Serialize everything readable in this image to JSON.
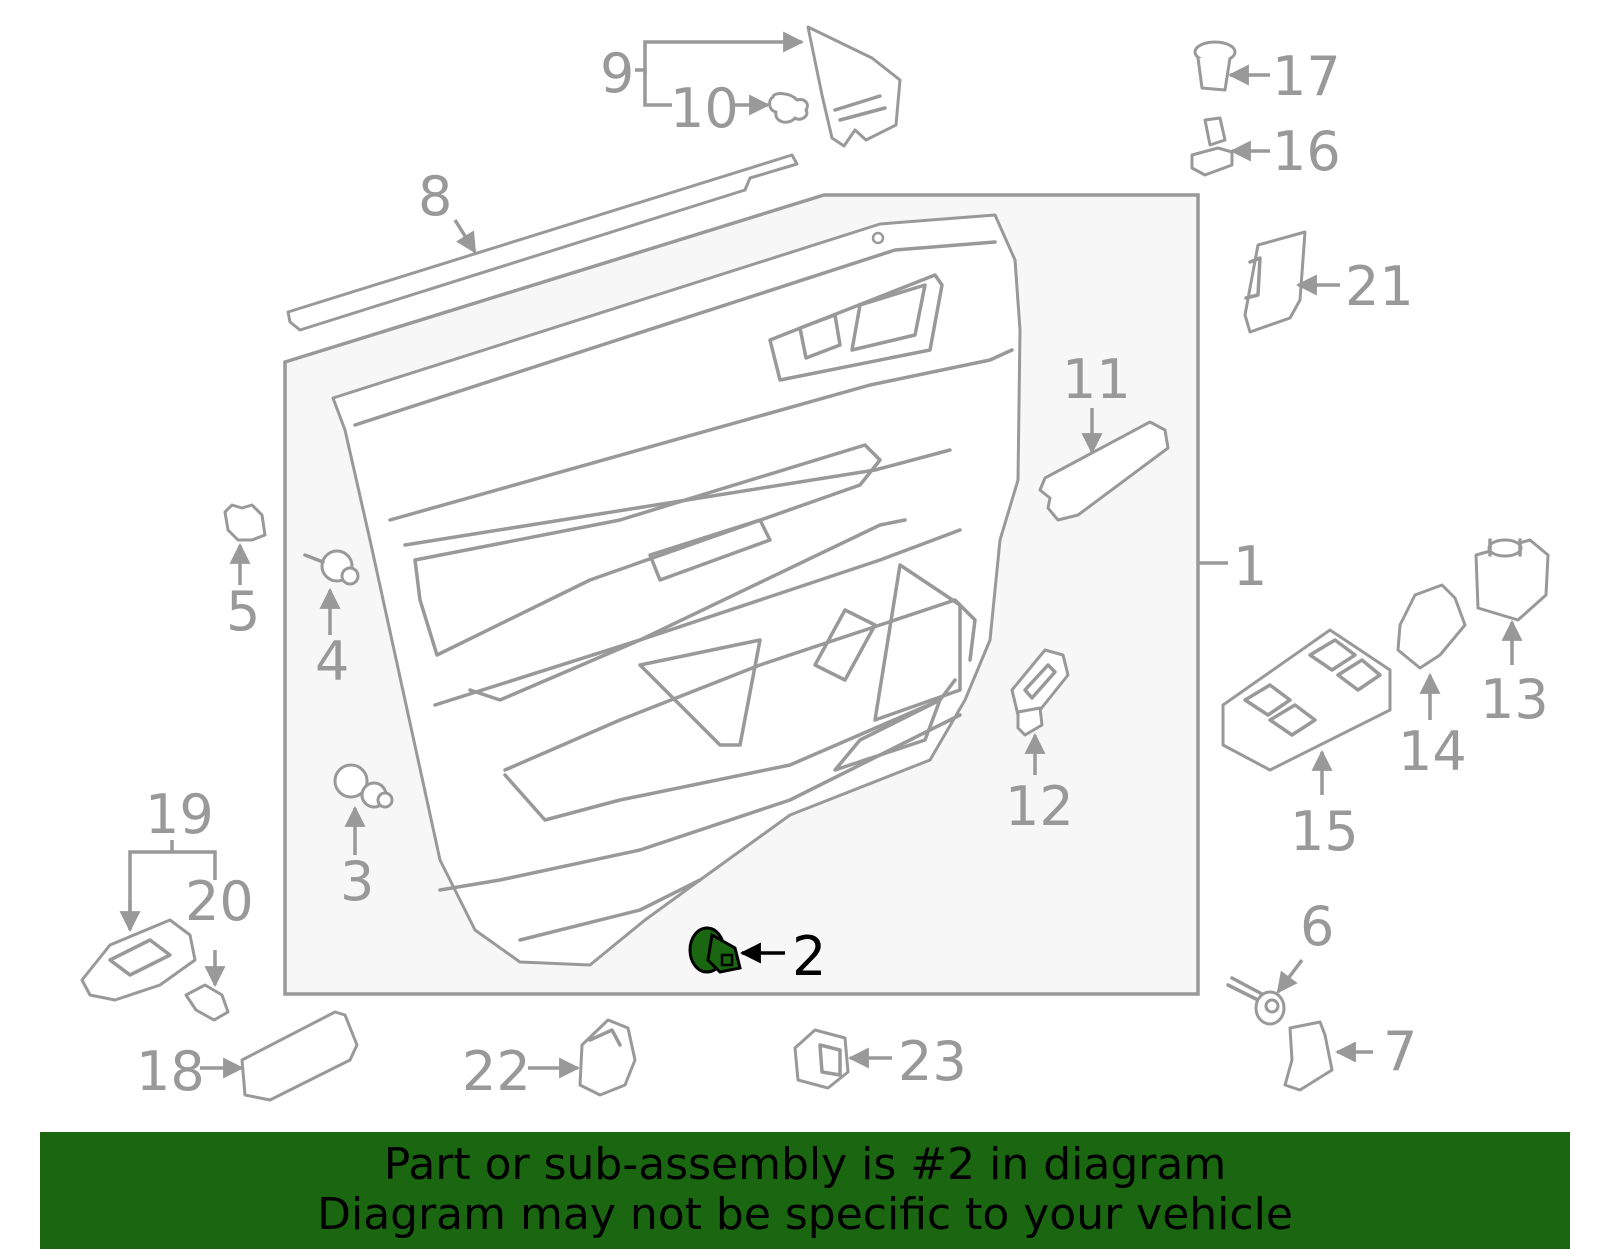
{
  "callouts": {
    "c1": "1",
    "c2": "2",
    "c3": "3",
    "c4": "4",
    "c5": "5",
    "c6": "6",
    "c7": "7",
    "c8": "8",
    "c9": "9",
    "c10": "10",
    "c11": "11",
    "c12": "12",
    "c13": "13",
    "c14": "14",
    "c15": "15",
    "c16": "16",
    "c17": "17",
    "c18": "18",
    "c19": "19",
    "c20": "20",
    "c21": "21",
    "c22": "22",
    "c23": "23"
  },
  "selected_part": "2",
  "highlight_color": "#1b6610",
  "banner": {
    "line1": "Part or sub-assembly is #2 in diagram",
    "line2": "Diagram may not be specific to your vehicle"
  }
}
